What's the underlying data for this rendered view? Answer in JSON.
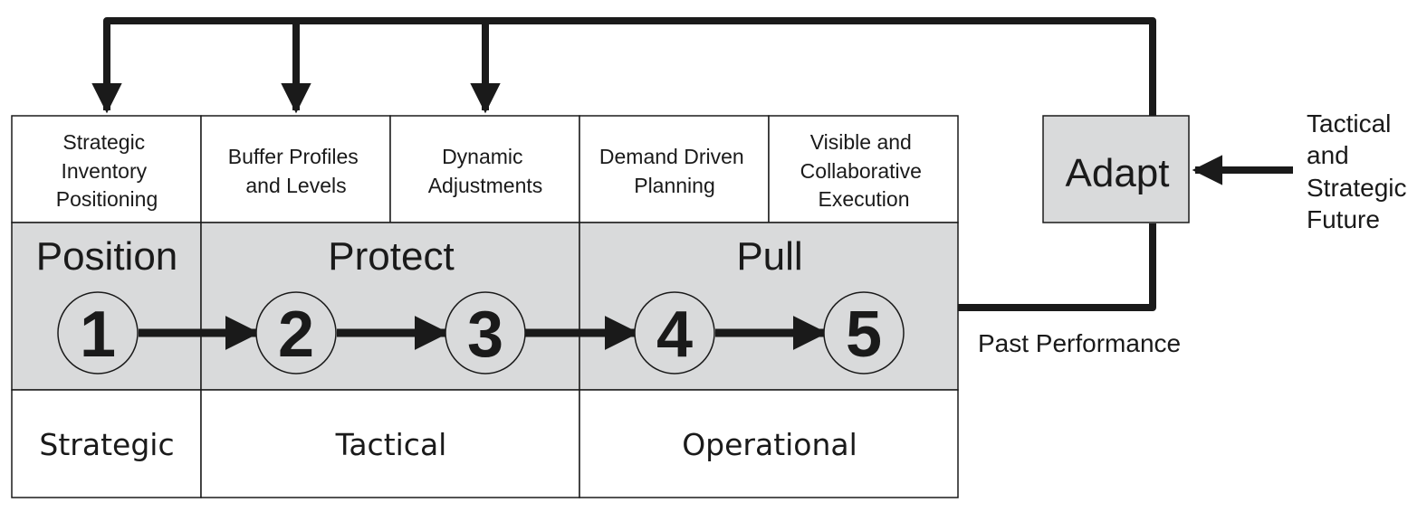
{
  "colors": {
    "line": "#1a1a1a",
    "band_fill": "#d9dadb",
    "cell_fill": "#ffffff"
  },
  "top_labels": [
    [
      "Strategic",
      "Inventory",
      "Positioning"
    ],
    [
      "Buffer Profiles",
      "and Levels"
    ],
    [
      "Dynamic",
      "Adjustments"
    ],
    [
      "Demand Driven",
      "Planning"
    ],
    [
      "Visible and",
      "Collaborative",
      "Execution"
    ]
  ],
  "phases": [
    "Position",
    "Protect",
    "Pull"
  ],
  "steps": [
    "1",
    "2",
    "3",
    "4",
    "5"
  ],
  "levels": [
    "Strategic",
    "Tactical",
    "Operational"
  ],
  "adapt": {
    "label": "Adapt",
    "input_label": [
      "Tactical",
      "and",
      "Strategic",
      "Future"
    ],
    "feedback_label": "Past Performance"
  }
}
